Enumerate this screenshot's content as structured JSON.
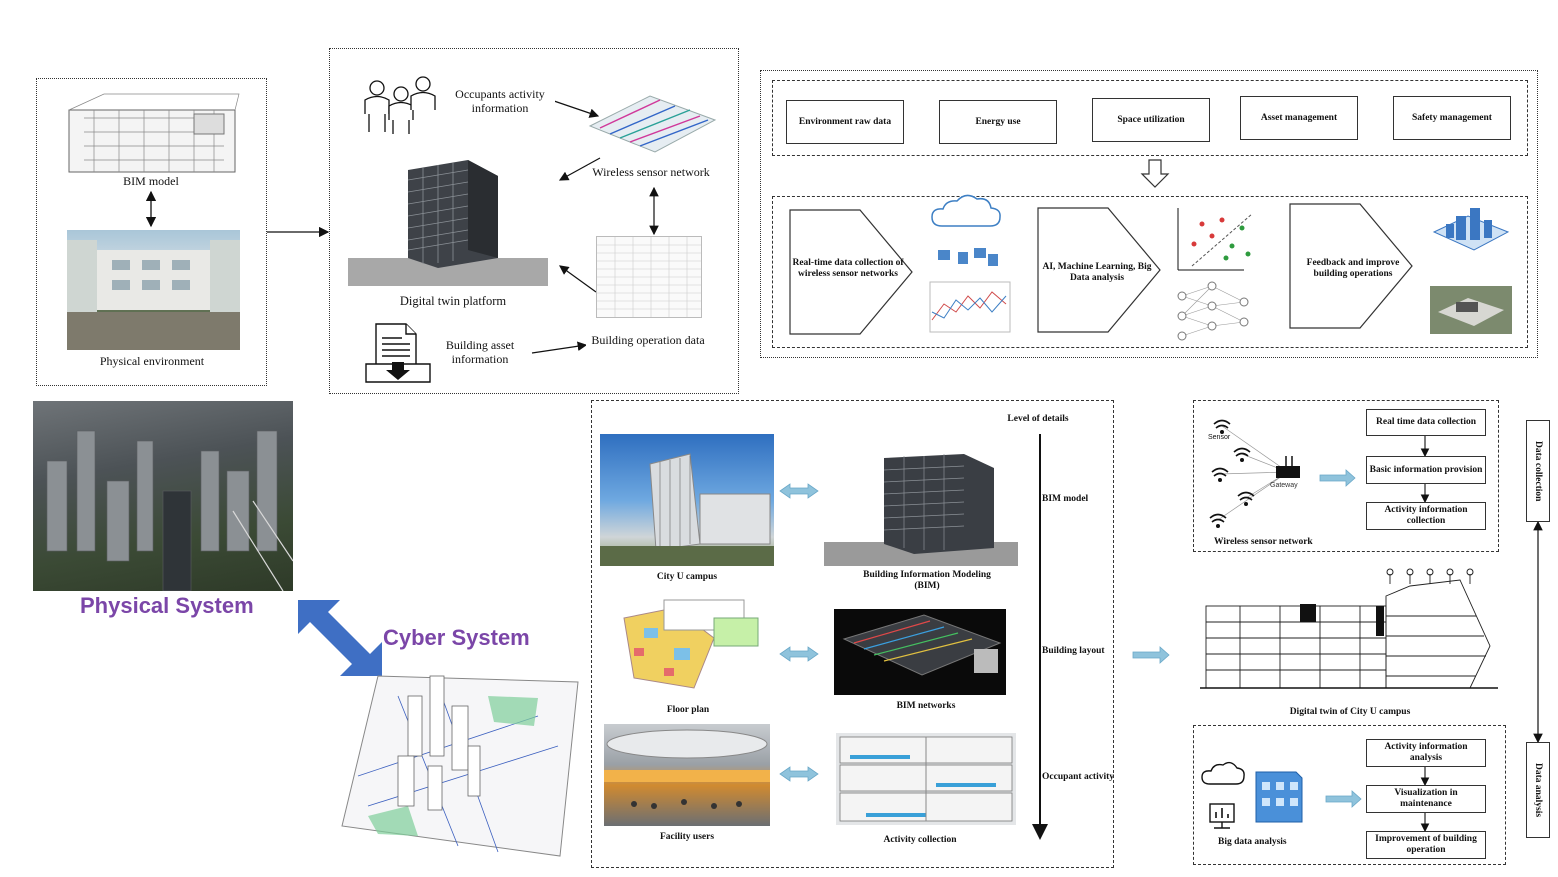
{
  "physical_panel": {
    "bim_model": "BIM model",
    "physical_environment": "Physical environment"
  },
  "platform_panel": {
    "occupants_activity": "Occupants activity information",
    "wireless_sensor": "Wireless sensor network",
    "digital_twin": "Digital twin platform",
    "building_asset": "Building asset information",
    "building_operation": "Building operation data"
  },
  "top_right": {
    "categories": [
      "Environment raw data",
      "Energy use",
      "Space utilization",
      "Asset management",
      "Safety management"
    ],
    "steps": [
      "Real-time data collection of wireless sensor networks",
      "AI, Machine Learning, Big Data analysis",
      "Feedback and improve building operations"
    ]
  },
  "bottom_left": {
    "physical_system": "Physical System",
    "cyber_system": "Cyber System"
  },
  "lod_panel": {
    "level_of_details": "Level of details",
    "levels": [
      "BIM model",
      "Building layout",
      "Occupant activity"
    ],
    "left_captions": [
      "City U campus",
      "Floor plan",
      "Facility users"
    ],
    "right_captions": [
      "Building Information Modeling (BIM)",
      "BIM networks",
      "Activity collection"
    ]
  },
  "right_panel": {
    "sensor": "Sensor",
    "gateway": "Gateway",
    "wireless_sensor_network": "Wireless sensor network",
    "collection_steps": [
      "Real time data collection",
      "Basic information provision",
      "Activity information collection"
    ],
    "digital_twin_caption": "Digital twin of City U campus",
    "analysis_steps": [
      "Activity information analysis",
      "Visualization in maintenance",
      "Improvement of building operation"
    ],
    "big_data_analysis": "Big data analysis",
    "side_labels": [
      "Data collection",
      "Data analysis"
    ]
  },
  "colors": {
    "title_purple": "#7b46a8",
    "arrow_blue": "#3f6fc4",
    "light_arrow": "#8fc3dc"
  }
}
